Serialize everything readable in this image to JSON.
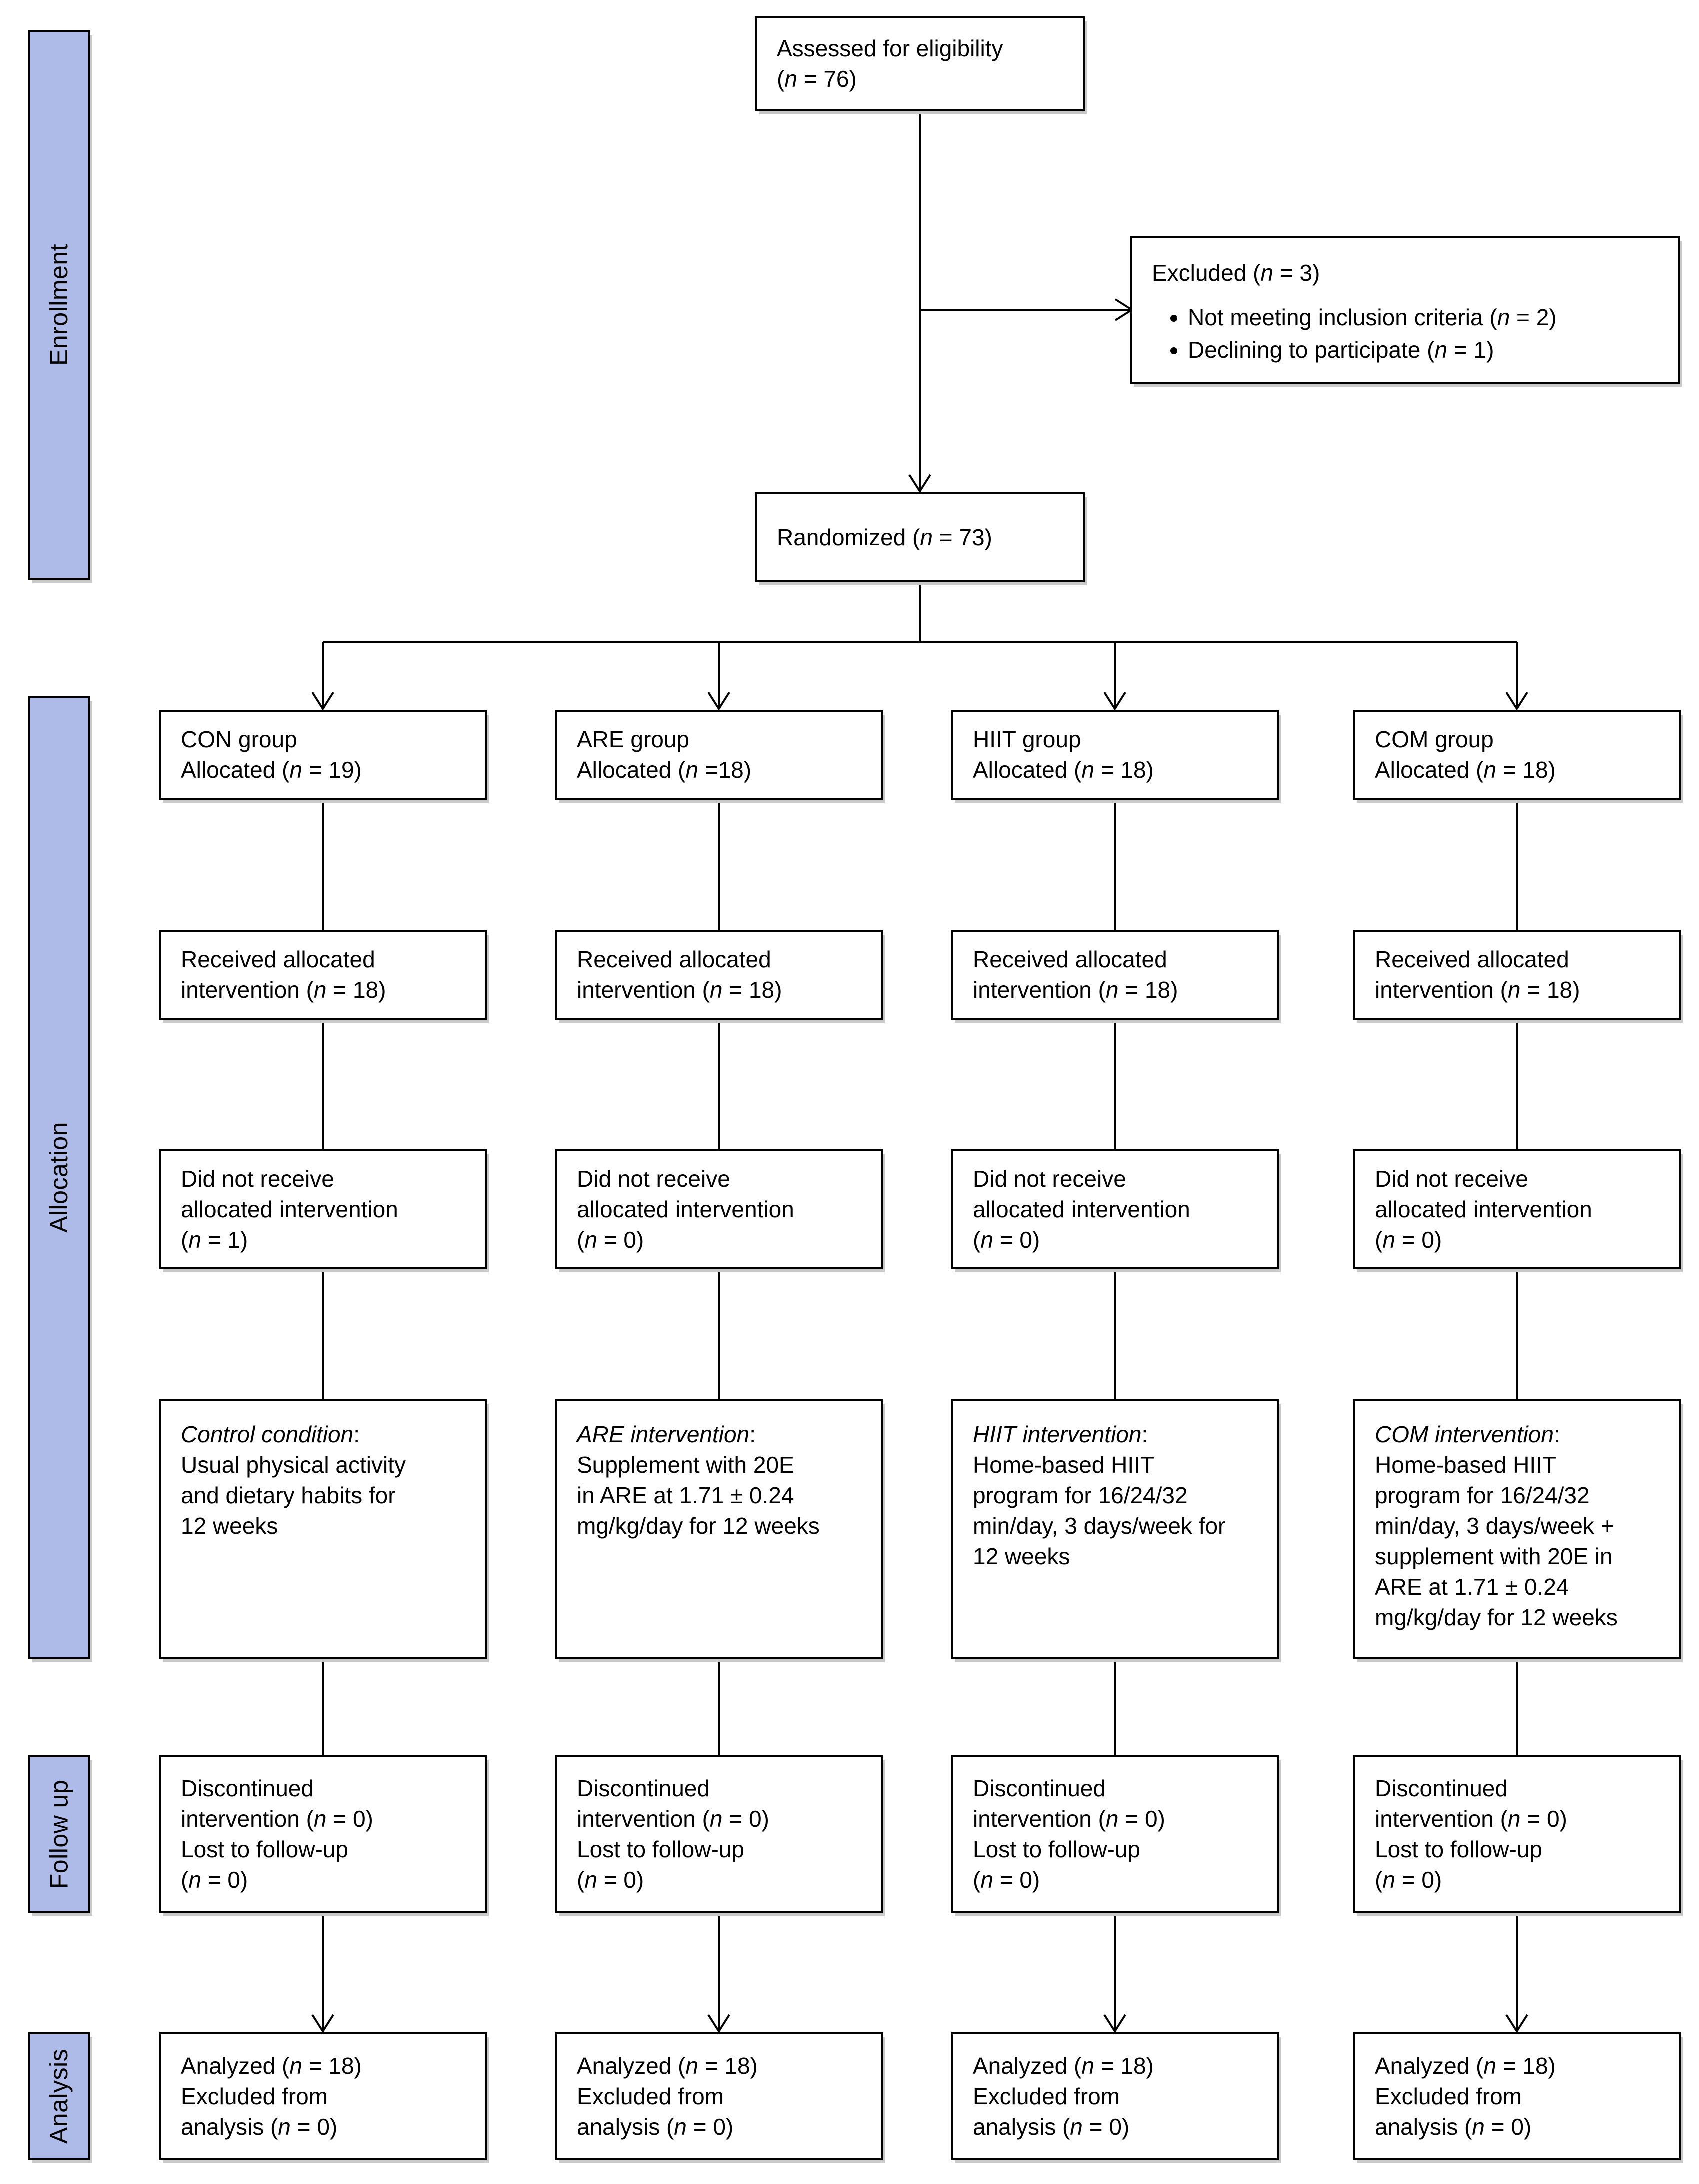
{
  "figure": {
    "kind": "CONSORT participant flow diagram",
    "colors": {
      "stage_band_fill": "#aebbe8",
      "line_and_border": "#000000",
      "shadow": "#c9c9c9",
      "background": "#ffffff"
    },
    "stages": {
      "enrollment": "Enrollment",
      "allocation": "Allocation",
      "followup": "Follow up",
      "analysis": "Analysis"
    },
    "enrollment": {
      "assessed": "Assessed for eligibility\n(n = 76)",
      "excluded": {
        "title": "Excluded (n = 3)",
        "items": [
          "Not meeting inclusion criteria (n = 2)",
          "Declining to participate (n = 1)"
        ]
      },
      "randomized": "Randomized (n = 73)"
    },
    "groups": [
      {
        "name": "CON",
        "allocated": "CON group\nAllocated (n = 19)",
        "received": "Received allocated\nintervention (n = 18)",
        "not_received": "Did not receive\nallocated intervention\n(n = 1)",
        "intervention_lead": "Control condition",
        "intervention_rest": ":\nUsual physical activity\nand dietary habits for\n12 weeks",
        "followup": "Discontinued\nintervention (n = 0)\nLost to follow-up\n(n = 0)",
        "analysis": "Analyzed (n = 18)\nExcluded from\nanalysis (n = 0)"
      },
      {
        "name": "ARE",
        "allocated": "ARE group\nAllocated (n =18)",
        "received": "Received allocated\nintervention (n = 18)",
        "not_received": "Did not receive\nallocated intervention\n(n = 0)",
        "intervention_lead": "ARE intervention",
        "intervention_rest": ":\nSupplement with 20E\nin ARE at 1.71 ± 0.24\nmg/kg/day for 12 weeks",
        "followup": "Discontinued\nintervention (n = 0)\nLost to follow-up\n(n = 0)",
        "analysis": "Analyzed (n = 18)\nExcluded from\nanalysis (n = 0)"
      },
      {
        "name": "HIIT",
        "allocated": "HIIT group\nAllocated (n = 18)",
        "received": "Received allocated\nintervention (n = 18)",
        "not_received": "Did not receive\nallocated intervention\n(n = 0)",
        "intervention_lead": "HIIT intervention",
        "intervention_rest": ":\nHome-based HIIT\nprogram for 16/24/32\nmin/day, 3 days/week for\n12 weeks",
        "followup": "Discontinued\nintervention (n = 0)\nLost to follow-up\n(n = 0)",
        "analysis": "Analyzed (n = 18)\nExcluded from\nanalysis (n = 0)"
      },
      {
        "name": "COM",
        "allocated": "COM group\nAllocated (n = 18)",
        "received": "Received allocated\nintervention (n = 18)",
        "not_received": "Did not receive\nallocated intervention\n(n = 0)",
        "intervention_lead": "COM intervention",
        "intervention_rest": ":\nHome-based HIIT\nprogram for 16/24/32\nmin/day, 3 days/week +\nsupplement with 20E in\nARE at 1.71 ± 0.24\nmg/kg/day for 12 weeks",
        "followup": "Discontinued\nintervention (n = 0)\nLost to follow-up\n(n = 0)",
        "analysis": "Analyzed (n = 18)\nExcluded from\nanalysis (n = 0)"
      }
    ]
  }
}
